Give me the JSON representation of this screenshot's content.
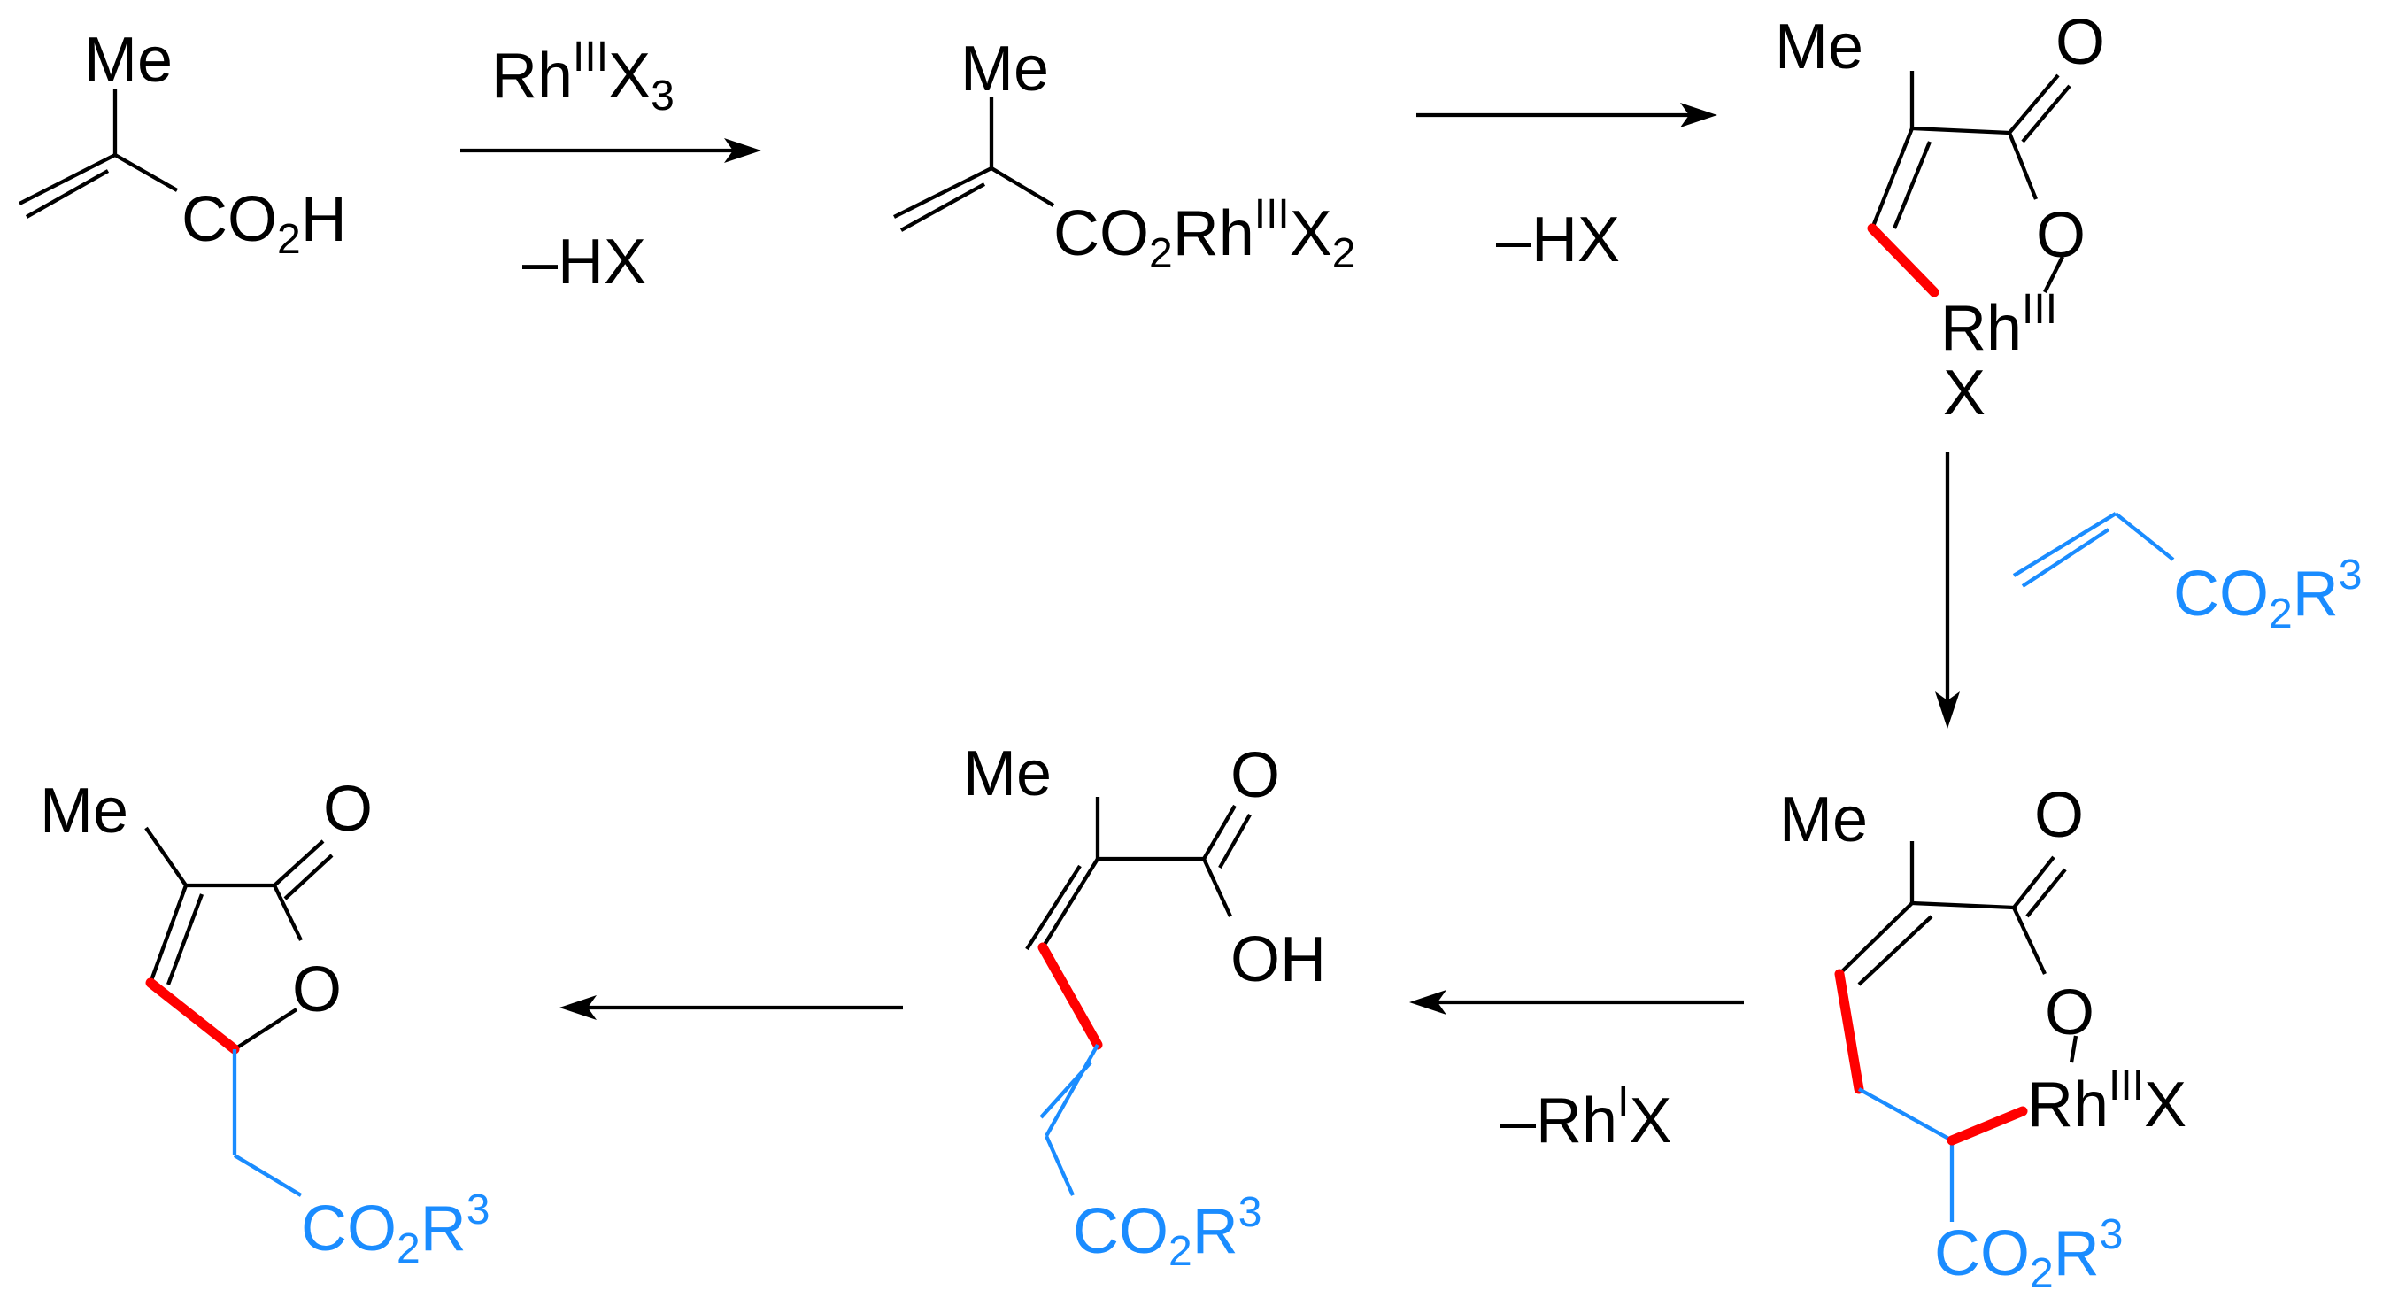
{
  "colors": {
    "black": "#000000",
    "blue": "#1a8cff",
    "red": "#ff0000"
  },
  "labels": {
    "me": "Me",
    "co2": "CO",
    "sub2": "2",
    "sub3": "3",
    "h": "H",
    "o": "O",
    "oh": "OH",
    "rh": "Rh",
    "x": "X",
    "r": "R",
    "ox_iii": "III",
    "ox_i": "I",
    "minus_hx": "–HX",
    "minus": "–"
  }
}
